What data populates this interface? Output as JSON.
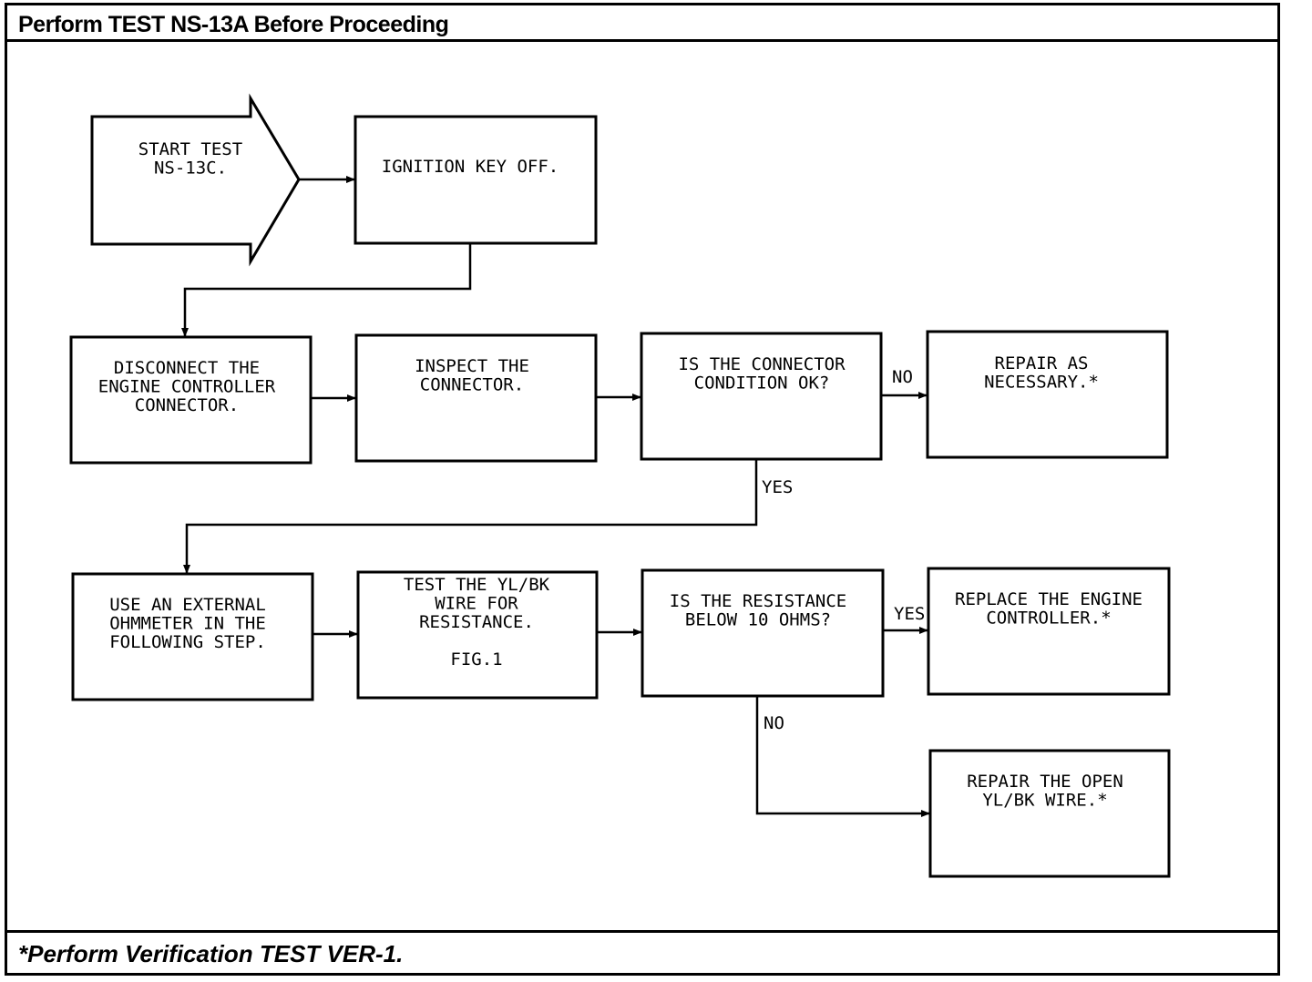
{
  "header": {
    "title": "Perform TEST NS-13A Before Proceeding"
  },
  "footer": {
    "note": "*Perform Verification TEST VER-1."
  },
  "nodes": {
    "start": {
      "lines": [
        "START TEST",
        "NS-13C."
      ]
    },
    "ignition": {
      "lines": [
        "IGNITION KEY OFF."
      ]
    },
    "disconnect": {
      "lines": [
        "DISCONNECT THE",
        "ENGINE CONTROLLER",
        "CONNECTOR."
      ]
    },
    "inspect": {
      "lines": [
        "INSPECT THE",
        "CONNECTOR."
      ]
    },
    "condition": {
      "lines": [
        "IS THE CONNECTOR",
        "CONDITION OK?"
      ]
    },
    "repair": {
      "lines": [
        "REPAIR AS",
        "NECESSARY.*"
      ]
    },
    "ohmmeter": {
      "lines": [
        "USE AN EXTERNAL",
        "OHMMETER IN THE",
        "FOLLOWING STEP."
      ]
    },
    "testwire": {
      "lines": [
        "TEST THE YL/BK",
        "WIRE FOR",
        "RESISTANCE.",
        "",
        "FIG.1"
      ]
    },
    "resistance": {
      "lines": [
        "IS THE RESISTANCE",
        "BELOW 10 OHMS?"
      ]
    },
    "replace": {
      "lines": [
        "REPLACE THE ENGINE",
        "CONTROLLER.*"
      ]
    },
    "repairopen": {
      "lines": [
        "REPAIR THE OPEN",
        "YL/BK WIRE.*"
      ]
    }
  },
  "edge_labels": {
    "condition_no": "NO",
    "condition_yes": "YES",
    "resistance_yes": "YES",
    "resistance_no": "NO"
  }
}
